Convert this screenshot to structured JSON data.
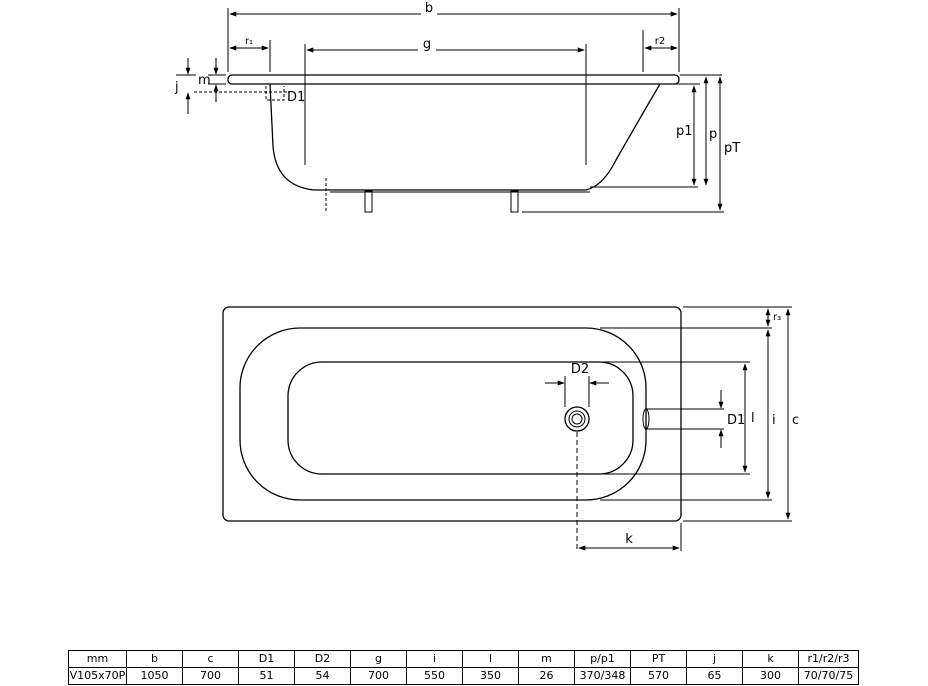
{
  "side_view": {
    "labels": {
      "b": "b",
      "g": "g",
      "r1": "r₁",
      "r2": "r2",
      "m": "m",
      "j": "j",
      "D1": "D1",
      "p1": "p1",
      "p": "p",
      "pT": "pT"
    }
  },
  "top_view": {
    "labels": {
      "D2": "D2",
      "D1": "D1",
      "l": "l",
      "i": "i",
      "c": "c",
      "r3": "r₃",
      "k": "k"
    }
  },
  "table": {
    "headers": [
      "mm",
      "b",
      "c",
      "D1",
      "D2",
      "g",
      "i",
      "l",
      "m",
      "p/p1",
      "PT",
      "j",
      "k",
      "r1/r2/r3"
    ],
    "rows": [
      [
        "V105x70P",
        "1050",
        "700",
        "51",
        "54",
        "700",
        "550",
        "350",
        "26",
        "370/348",
        "570",
        "65",
        "300",
        "70/70/75"
      ]
    ]
  }
}
